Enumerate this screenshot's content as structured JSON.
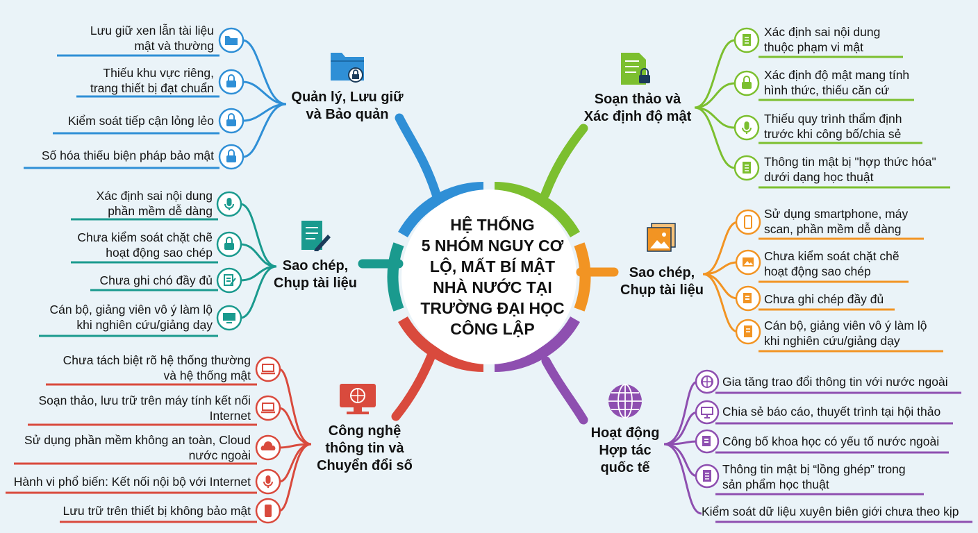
{
  "center": {
    "lines": [
      "HỆ THỐNG",
      "5 NHÓM NGUY CƠ",
      "LỘ, MẤT BÍ MẬT",
      "NHÀ NƯỚC TẠI",
      "TRƯỜNG ĐẠI HỌC",
      "CÔNG LẬP"
    ]
  },
  "branches": {
    "quan_ly": {
      "color": "#2f8fd6",
      "icon": "folder-lock-icon",
      "label": [
        "Quản lý, Lưu giữ",
        "và Bảo quản"
      ],
      "items": [
        {
          "text": [
            "Lưu giữ xen lẫn tài liệu",
            "mật và thường"
          ],
          "icon": "folder-icon"
        },
        {
          "text": [
            "Thiếu khu vực riêng,",
            "trang thiết bị đạt chuẩn"
          ],
          "icon": "lock-icon"
        },
        {
          "text": [
            "Kiểm soát tiếp cận lỏng lẻo"
          ],
          "icon": "lock-icon"
        },
        {
          "text": [
            "Số hóa thiếu biện pháp bảo mật"
          ],
          "icon": "lock-icon"
        }
      ]
    },
    "sao_chep_left": {
      "color": "#1a9a8e",
      "icon": "document-pen-icon",
      "label": [
        "Sao chép,",
        "Chụp tài liệu"
      ],
      "items": [
        {
          "text": [
            "Xác định sai nội dung",
            "phần mềm dễ dàng"
          ],
          "icon": "microphone-icon"
        },
        {
          "text": [
            "Chưa kiểm soát chặt chẽ",
            "hoạt động  sao chép"
          ],
          "icon": "lock-icon"
        },
        {
          "text": [
            "Chưa ghi chó đầy đủ"
          ],
          "icon": "notepad-icon"
        },
        {
          "text": [
            "Cán bộ, giảng viên vô ý làm lộ",
            "khi nghiên cứu/giảng dạy"
          ],
          "icon": "computer-icon"
        }
      ]
    },
    "cong_nghe": {
      "color": "#d94a3d",
      "icon": "monitor-globe-icon",
      "label": [
        "Công nghệ",
        "thông tin và",
        "Chuyển đổi số"
      ],
      "items": [
        {
          "text": [
            "Chưa tách biệt rõ hệ thống thường",
            "và hệ thống mật"
          ],
          "icon": "laptop-icon"
        },
        {
          "text": [
            "Soạn thảo, lưu trữ trên máy tính kết nối",
            "Internet"
          ],
          "icon": "laptop-icon"
        },
        {
          "text": [
            "Sử dụng phần mềm không an toàn, Cloud",
            "nước ngoài"
          ],
          "icon": "cloud-icon"
        },
        {
          "text": [
            "Hành vi phổ biến: Kết nối nội bộ với Internet"
          ],
          "icon": "microphone-icon"
        },
        {
          "text": [
            "Lưu trữ trên thiết bị không bảo mật"
          ],
          "icon": "phone-icon"
        }
      ]
    },
    "soan_thao": {
      "color": "#7cbf2f",
      "icon": "document-lock-icon",
      "label": [
        "Soạn thảo và",
        "Xác định độ mật"
      ],
      "items": [
        {
          "text": [
            "Xác định sai nội dung",
            "thuộc phạm vi mật"
          ],
          "icon": "document-icon"
        },
        {
          "text": [
            "Xác định độ mật mang tính",
            "hình thức, thiếu căn cứ"
          ],
          "icon": "lock-icon"
        },
        {
          "text": [
            "Thiếu quy trình thẩm định",
            "trước khi công bố/chia sẻ"
          ],
          "icon": "microphone-icon"
        },
        {
          "text": [
            "Thông tin mật bị \"hợp thức hóa\"",
            "dưới dạng học thuật"
          ],
          "icon": "document-icon"
        }
      ]
    },
    "sao_chep_right": {
      "color": "#f29423",
      "icon": "photos-icon",
      "label": [
        "Sao chép,",
        "Chụp tài liệu"
      ],
      "items": [
        {
          "text": [
            "Sử dụng smartphone, máy",
            "scan, phần mềm dễ dàng"
          ],
          "icon": "phone-icon"
        },
        {
          "text": [
            "Chưa kiểm soát chặt chẽ",
            "hoạt động sao chép"
          ],
          "icon": "image-icon"
        },
        {
          "text": [
            "Chưa ghi chép đầy đủ"
          ],
          "icon": "notepad-icon"
        },
        {
          "text": [
            "Cán bộ, giảng viên vô ý làm lộ",
            "khi nghiên cứu/giảng dạy"
          ],
          "icon": "document-icon"
        }
      ]
    },
    "hop_tac": {
      "color": "#8e4fb0",
      "icon": "globe-icon",
      "label": [
        "Hoạt động",
        "Hợp tác",
        "quốc tế"
      ],
      "items": [
        {
          "text": [
            "Gia tăng trao đổi thông tin với nước ngoài"
          ],
          "icon": "globe-icon"
        },
        {
          "text": [
            "Chia sẻ báo cáo, thuyết trình tại hội thảo"
          ],
          "icon": "presentation-icon"
        },
        {
          "text": [
            "Công bố khoa học có yếu tố nước ngoài"
          ],
          "icon": "notepad-icon"
        },
        {
          "text": [
            "Thông tin mật bị “lồng ghép” trong",
            "sản phẩm học thuật"
          ],
          "icon": "document-icon"
        },
        {
          "text": [
            "Kiểm soát dữ liệu xuyên biên giới chưa theo kịp"
          ],
          "icon": ""
        }
      ]
    }
  }
}
